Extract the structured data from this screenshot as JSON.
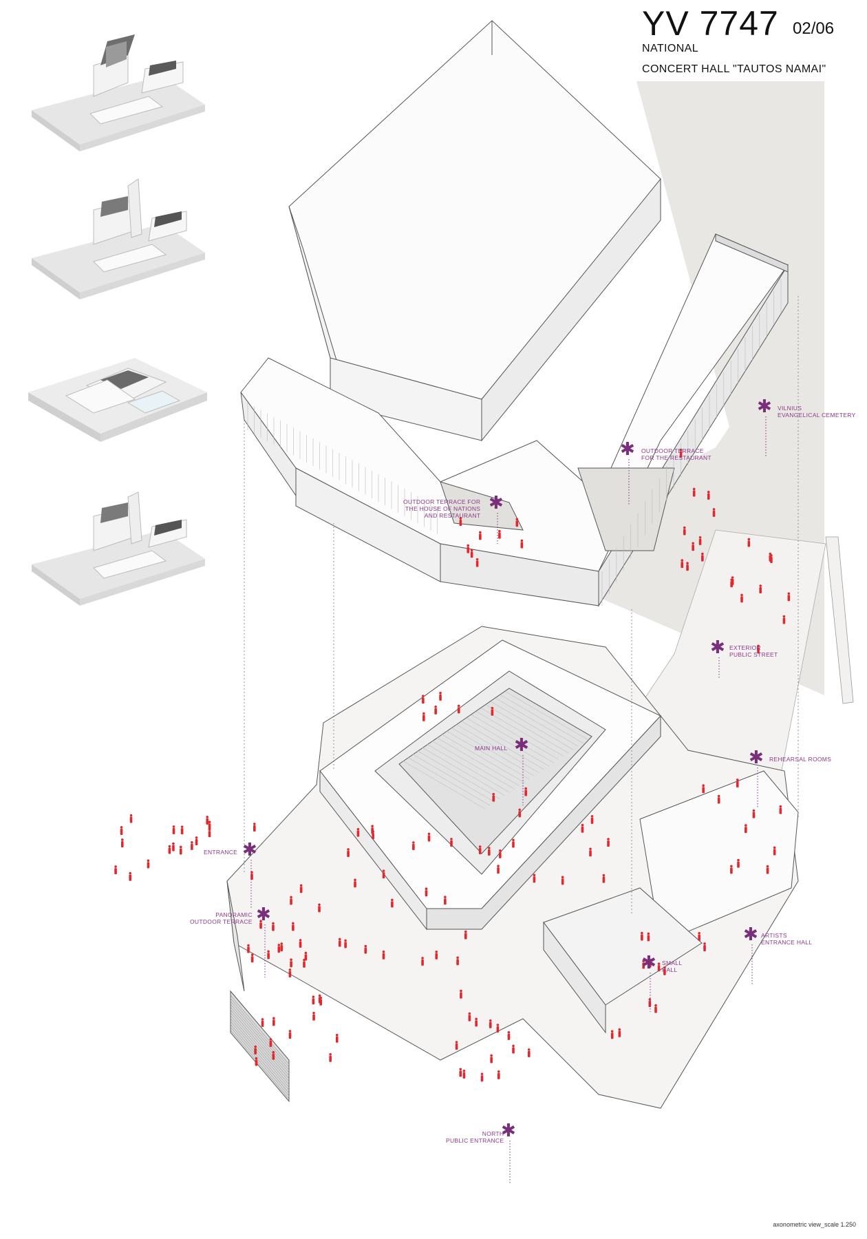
{
  "header": {
    "code": "YV 7747",
    "sheet": "02/06",
    "line1": "NATIONAL",
    "line2": "CONCERT HALL \"TAUTOS NAMAI\""
  },
  "labels": {
    "cemetery": "VILNIUS\nEVANGELICAL CEMETERY",
    "terrace_restaurant": "OUTDOOR TERRACE\nFOR THE RESTAURANT",
    "terrace_nations": "OUTDOOR TERRACE FOR\nTHE HOUSE OF NATIONS\nAND RESTAURANT",
    "public_street": "EXTERIOR\nPUBLIC STREET",
    "main_hall": "MAIN HALL",
    "rehearsal": "REHEARSAL ROOMS",
    "entrance": "ENTRANCE",
    "panoramic": "PANORAMIC\nOUTDOOR TERRACE",
    "artists": "ARTISTS\nENTRANCE HALL",
    "small_hall": "SMALL\nHALL",
    "north": "NORTH\nPUBLIC ENTRANCE"
  },
  "marker_glyph": "✱",
  "footer": {
    "scale": "axonometric view_scale 1.250"
  },
  "colors": {
    "accent": "#8a3a86",
    "figures": "#e0282d",
    "plate": "#e9e7e4"
  }
}
